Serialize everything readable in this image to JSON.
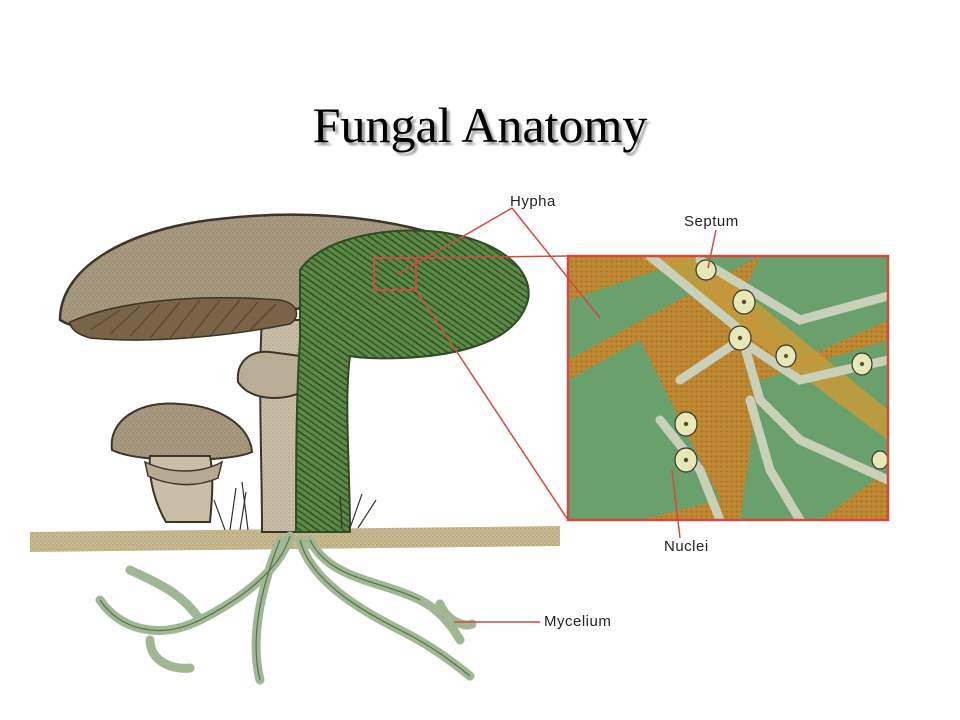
{
  "title": "Fungal Anatomy",
  "labels": {
    "hypha": "Hypha",
    "septum": "Septum",
    "nuclei": "Nuclei",
    "mycelium": "Mycelium"
  },
  "colors": {
    "cap": "#a89a80",
    "gills": "#7a6448",
    "stem": "#c9bfa7",
    "hyphae_green": "#4f7a3c",
    "inset_green": "#6aa06c",
    "inset_tan": "#c49a3c",
    "inset_brown": "#b8782a",
    "wall": "#c8d0b8",
    "ground": "#c9b98f",
    "mycelium": "#9fb893",
    "callout": "#d04a40"
  }
}
